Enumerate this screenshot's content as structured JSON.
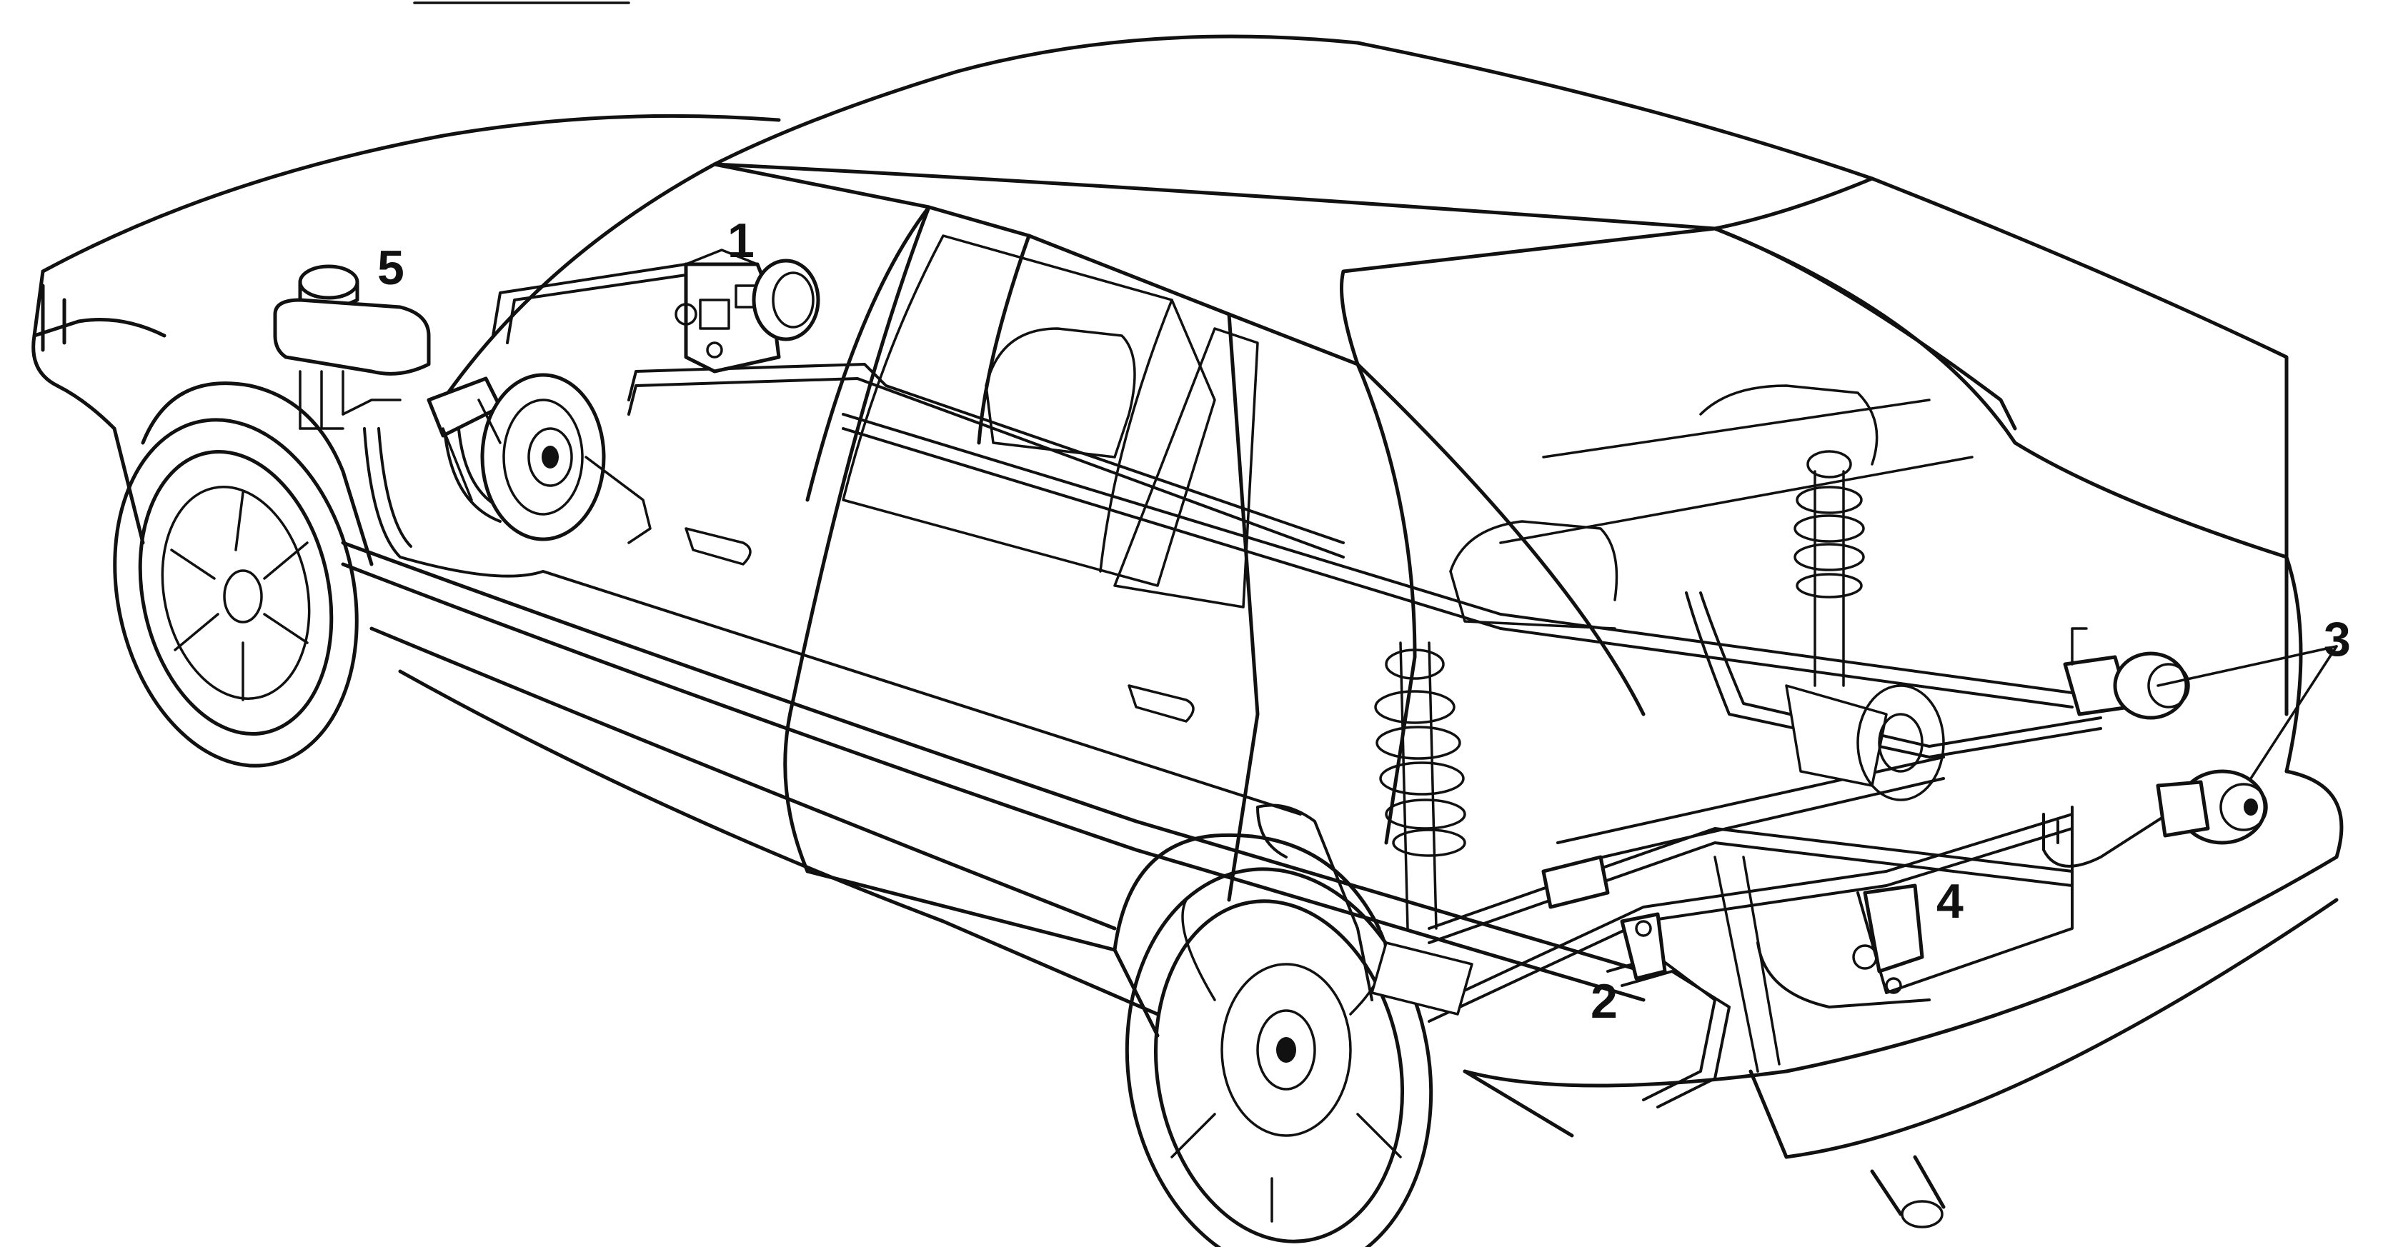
{
  "diagram": {
    "callouts": [
      {
        "id": "1",
        "label": "1"
      },
      {
        "id": "2",
        "label": "2"
      },
      {
        "id": "3",
        "label": "3"
      },
      {
        "id": "4",
        "label": "4"
      },
      {
        "id": "5",
        "label": "5"
      }
    ],
    "colors": {
      "ink": "#111111",
      "paper": "#ffffff"
    }
  }
}
